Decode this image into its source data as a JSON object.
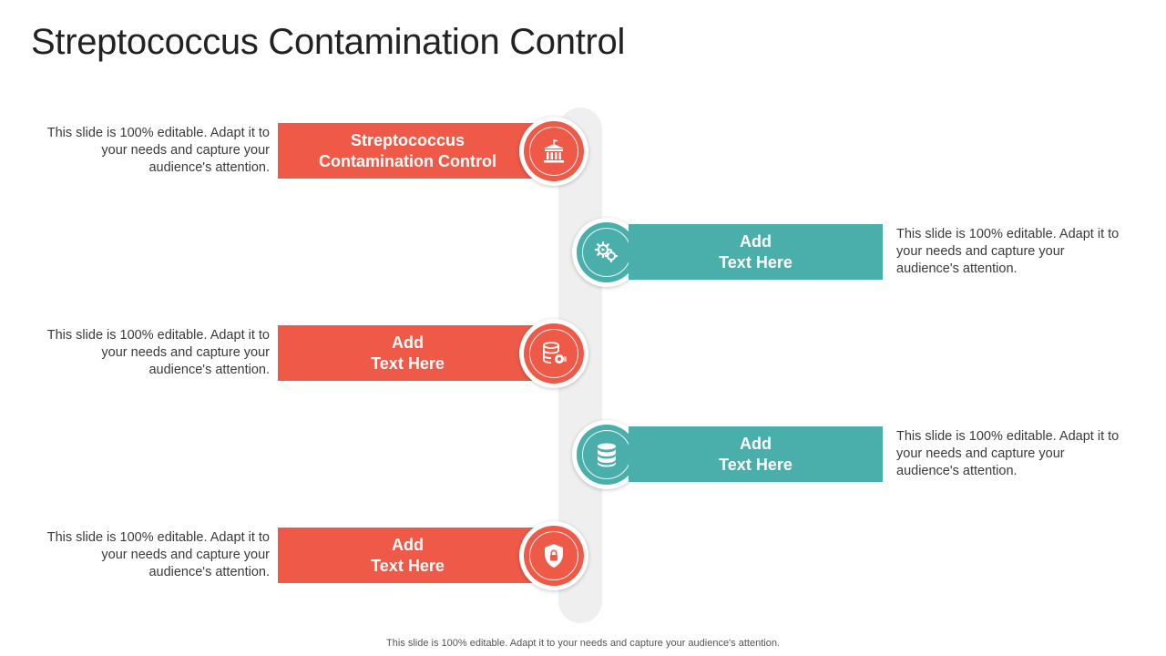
{
  "title": "Streptococcus Contamination Control",
  "colors": {
    "coral": "#ee5a47",
    "teal": "#4aafab",
    "spine": "#efefef"
  },
  "steps": [
    {
      "label": "Streptococcus\nContamination Control",
      "side": "left",
      "color": "coral",
      "icon": "bank-icon",
      "description": "This slide is 100% editable. Adapt it to your needs and capture your audience's attention."
    },
    {
      "label": "Add\nText Here",
      "side": "right",
      "color": "teal",
      "icon": "gears-icon",
      "description": "This slide is 100% editable. Adapt it to your needs and capture your audience's attention."
    },
    {
      "label": "Add\nText Here",
      "side": "left",
      "color": "coral",
      "icon": "database-settings-icon",
      "description": "This slide is 100% editable. Adapt it to your needs and capture your audience's attention."
    },
    {
      "label": "Add\nText Here",
      "side": "right",
      "color": "teal",
      "icon": "database-icon",
      "description": "This slide is 100% editable. Adapt it to your needs and capture your audience's attention."
    },
    {
      "label": "Add\nText Here",
      "side": "left",
      "color": "coral",
      "icon": "shield-lock-icon",
      "description": "This slide is 100% editable. Adapt it to your needs and capture your audience's attention."
    }
  ],
  "footer": "This slide is 100% editable. Adapt it to your needs and capture your audience's attention."
}
